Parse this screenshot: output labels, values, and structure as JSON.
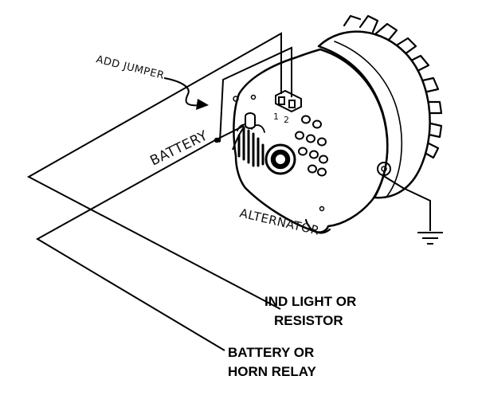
{
  "labels": {
    "add_jumper": "ADD JUMPER",
    "battery_wire": "BATTERY",
    "alternator": "ALTERNATOR",
    "terminal_1": "1",
    "terminal_2": "2",
    "ind_light_line1": "IND LIGHT OR",
    "ind_light_line2": "RESISTOR",
    "battery_relay_line1": "BATTERY OR",
    "battery_relay_line2": "HORN RELAY"
  },
  "colors": {
    "ink": "#000000",
    "background": "#ffffff"
  }
}
